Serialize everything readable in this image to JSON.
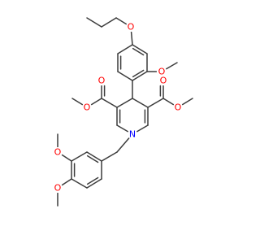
{
  "molecule": {
    "atom_labels": {
      "o_propoxy": "O",
      "o_methoxy_top": "O",
      "o_ester_left_carbonyl": "O",
      "o_ester_left_ether": "O",
      "o_ester_right_carbonyl": "O",
      "o_ester_right_ether": "O",
      "n_ring": "N",
      "o_methoxy_bottom_1": "O",
      "o_methoxy_bottom_2": "O"
    },
    "colors": {
      "bond": "#3c3c3c",
      "oxygen": "#ff0000",
      "nitrogen": "#0000ff",
      "background": "#ffffff"
    }
  }
}
